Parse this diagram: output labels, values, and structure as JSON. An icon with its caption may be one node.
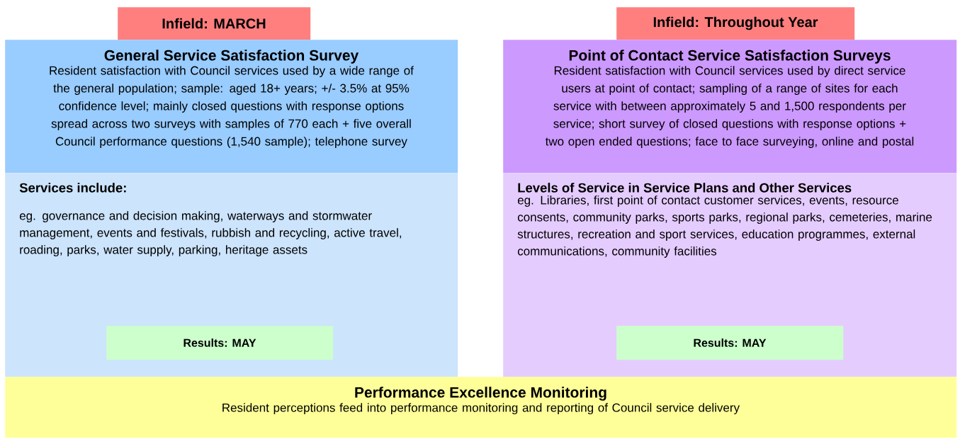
{
  "diagram": {
    "nodes": [
      {
        "text": [
          "Infield: MARCH"
        ]
      },
      {
        "text": [
          "General Service Satisfaction Survey",
          "Resident satisfaction with Council services used by a wide range of the general population; sample: aged 18+ years; +/- 3.5% at 95% confidence level; mainly closed questions with response options spread across two surveys with samples of 770 each + five overall Council performance questions (1,540 sample); telephone survey"
        ]
      },
      {
        "text": [
          "Services include:",
          "eg. governance and decision making, waterways and stormwater management, events and festivals, rubbish and recycling, active travel, roading, parks, water supply, parking, heritage assets"
        ]
      },
      {
        "text": [
          "Results: MAY"
        ],
        "in": 2
      },
      {
        "text": [
          "Infield: Throughout Year"
        ]
      },
      {
        "text": [
          "Point of Contact Service Satisfaction Surveys",
          "Resident satisfaction with Council services used by direct service users at point of contact; sampling of a range of sites for each service with between approximately 5 and 1,500 respondents per service; short survey of closed questions with response options + two open ended questions; face to face surveying, online and postal"
        ]
      },
      {
        "text": [
          "Levels of Service in Service Plans and Other Services",
          "eg. Libraries, first point of contact customer services, events, resource consents, community parks, sports parks, regional parks, cemeteries, marine structures, recreation and sport services, education programmes, external communications, community facilities"
        ]
      },
      {
        "text": [
          "Results: MAY"
        ],
        "in": 6
      },
      {
        "text": [
          "Performance Excellence Monitoring",
          "Resident perceptions feed into performance monitoring and reporting of Council service delivery"
        ]
      }
    ]
  }
}
